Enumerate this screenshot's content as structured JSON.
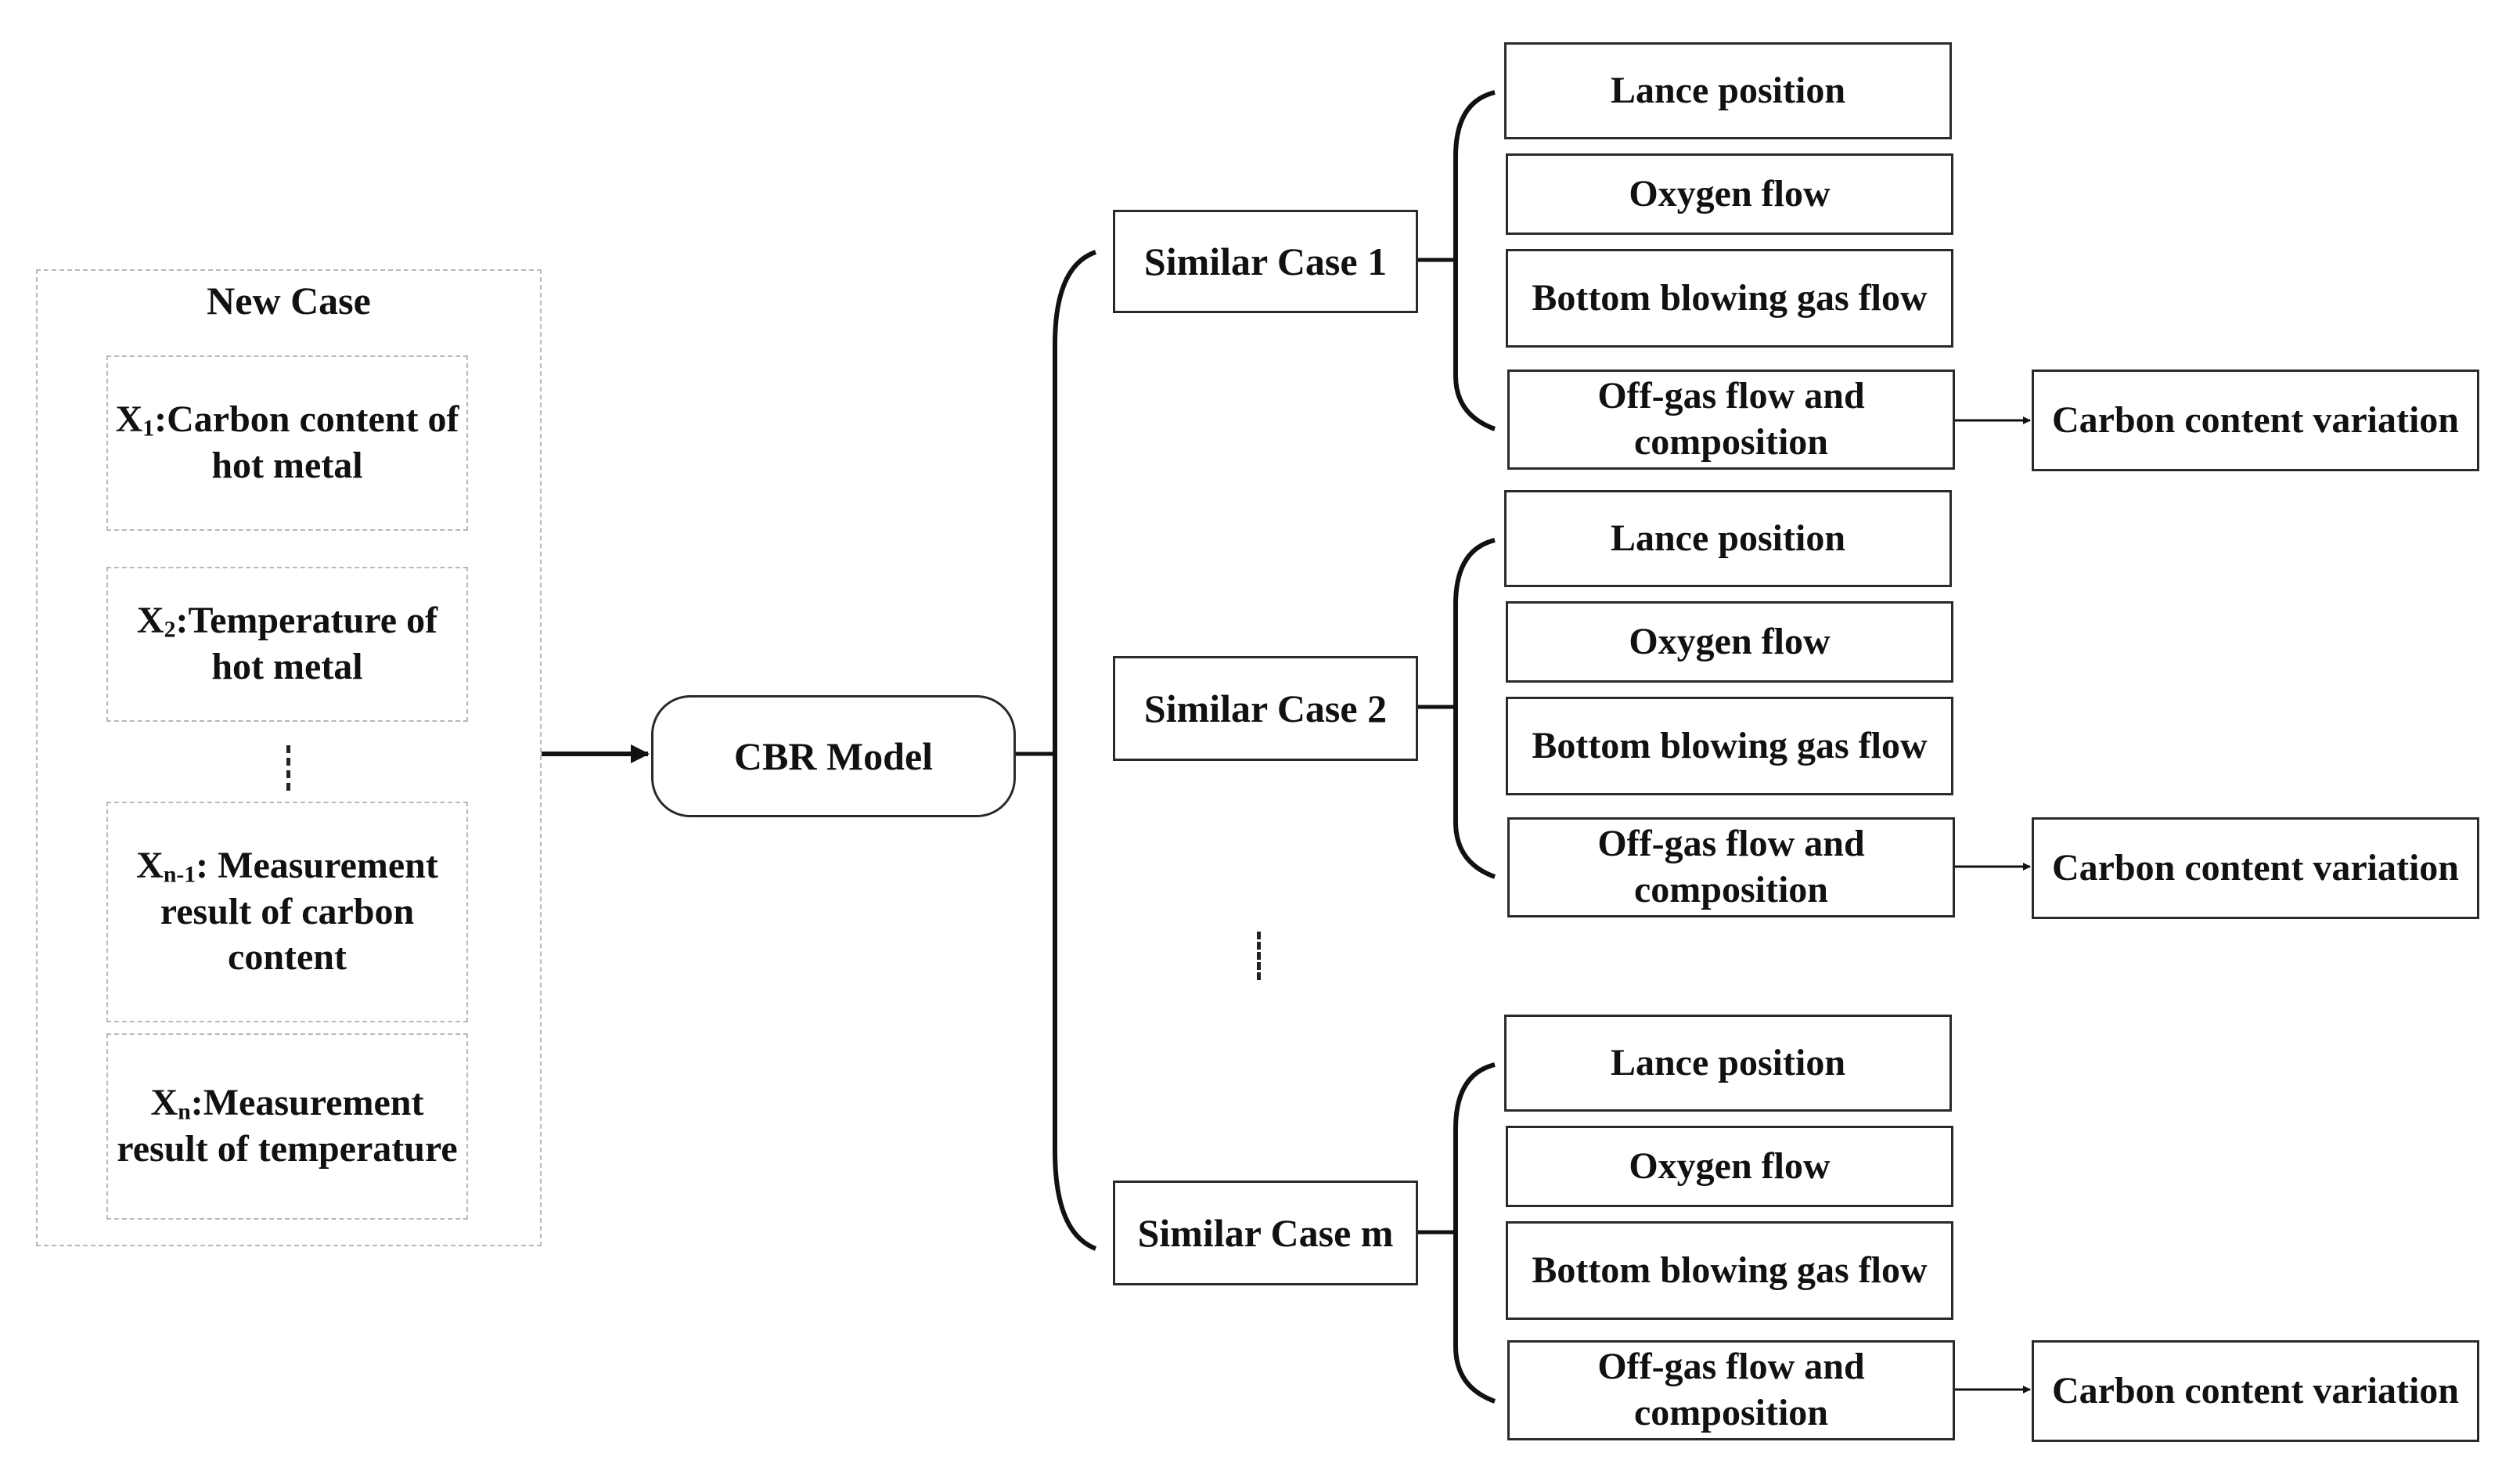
{
  "new_case": {
    "title": "New Case",
    "inputs": [
      {
        "var": "X",
        "sub": "1",
        "text": ":Carbon content of hot metal"
      },
      {
        "var": "X",
        "sub": "2",
        "text": ":Temperature of hot metal"
      },
      {
        "var": "X",
        "sub": "n-1",
        "text": ": Measurement result of carbon content"
      },
      {
        "var": "X",
        "sub": "n",
        "text": ":Measurement result of temperature"
      }
    ]
  },
  "model": {
    "label": "CBR Model"
  },
  "cases": [
    {
      "label": "Similar Case 1"
    },
    {
      "label": "Similar Case 2"
    },
    {
      "label": "Similar Case m"
    }
  ],
  "case_items": {
    "lance": "Lance position",
    "oxygen": "Oxygen flow",
    "bottom": "Bottom blowing gas flow",
    "offgas": "Off-gas flow and composition",
    "carbon": "Carbon content variation"
  }
}
